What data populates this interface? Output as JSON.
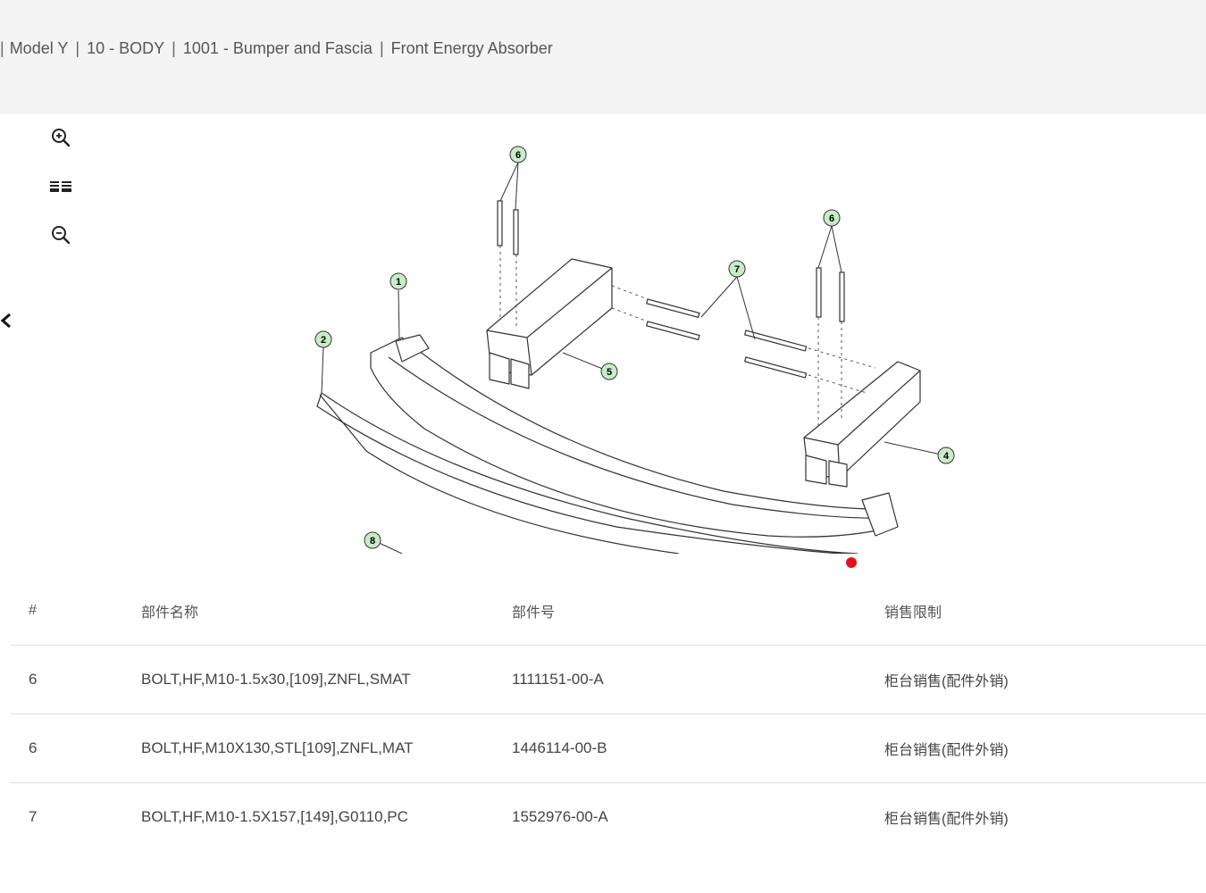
{
  "breadcrumb": {
    "items": [
      "Model Y",
      "10 - BODY",
      "1001 - Bumper and Fascia",
      "Front Energy Absorber"
    ],
    "separator": "|"
  },
  "toolbar": {
    "zoom_in": "zoom-in-icon",
    "fit": "fit-view-icon",
    "zoom_out": "zoom-out-icon"
  },
  "sidebar": {
    "collapse": "chevron-left-icon"
  },
  "diagram": {
    "callouts": [
      "6",
      "6",
      "1",
      "2",
      "7",
      "5",
      "4",
      "8"
    ],
    "hotspot_color": "#e2141b"
  },
  "table": {
    "headers": [
      "#",
      "部件名称",
      "部件号",
      "销售限制"
    ],
    "rows": [
      {
        "num": "6",
        "name": "BOLT,HF,M10-1.5x30,[109],ZNFL,SMAT",
        "part_number": "1111151-00-A",
        "restriction": "柜台销售(配件外销)"
      },
      {
        "num": "6",
        "name": "BOLT,HF,M10X130,STL[109],ZNFL,MAT",
        "part_number": "1446114-00-B",
        "restriction": "柜台销售(配件外销)"
      },
      {
        "num": "7",
        "name": "BOLT,HF,M10-1.5X157,[149],G0110,PC",
        "part_number": "1552976-00-A",
        "restriction": "柜台销售(配件外销)"
      }
    ]
  }
}
